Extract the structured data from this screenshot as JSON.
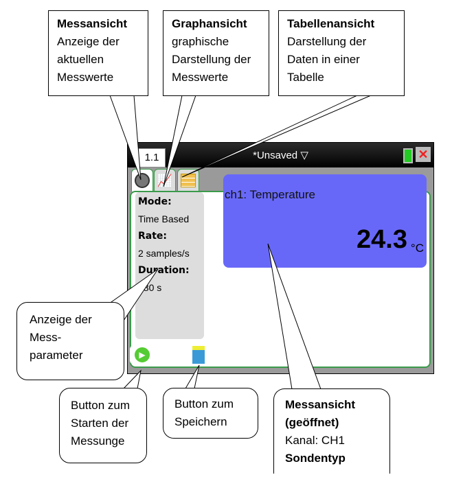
{
  "device": {
    "page_tab": "1.1",
    "title": "*Unsaved",
    "params": [
      {
        "key": "Mode:",
        "value": "Time Based"
      },
      {
        "key": "Rate:",
        "value": "2 samples/s"
      },
      {
        "key": "Duration:",
        "value": "180 s"
      }
    ],
    "meter": {
      "channel_label": "ch1: Temperature",
      "value": "24.3",
      "unit": "°C"
    }
  },
  "callouts": {
    "meter_view": {
      "title": "Messansicht",
      "text": "Anzeige der aktuellen Messwerte"
    },
    "graph_view": {
      "title": "Graphansicht",
      "text": "graphische Darstellung der Messwerte"
    },
    "table_view": {
      "title": "Tabellenansicht",
      "text": "Darstellung der Daten in einer Tabelle"
    },
    "params": {
      "text": "Anzeige der Mess-parameter"
    },
    "start": {
      "text": "Button zum Starten der Messunge"
    },
    "save": {
      "text": "Button zum Speichern"
    },
    "opened": {
      "title": "Messansicht (geöffnet)",
      "text": "Kanal: CH1",
      "title2": "Sondentyp"
    }
  }
}
